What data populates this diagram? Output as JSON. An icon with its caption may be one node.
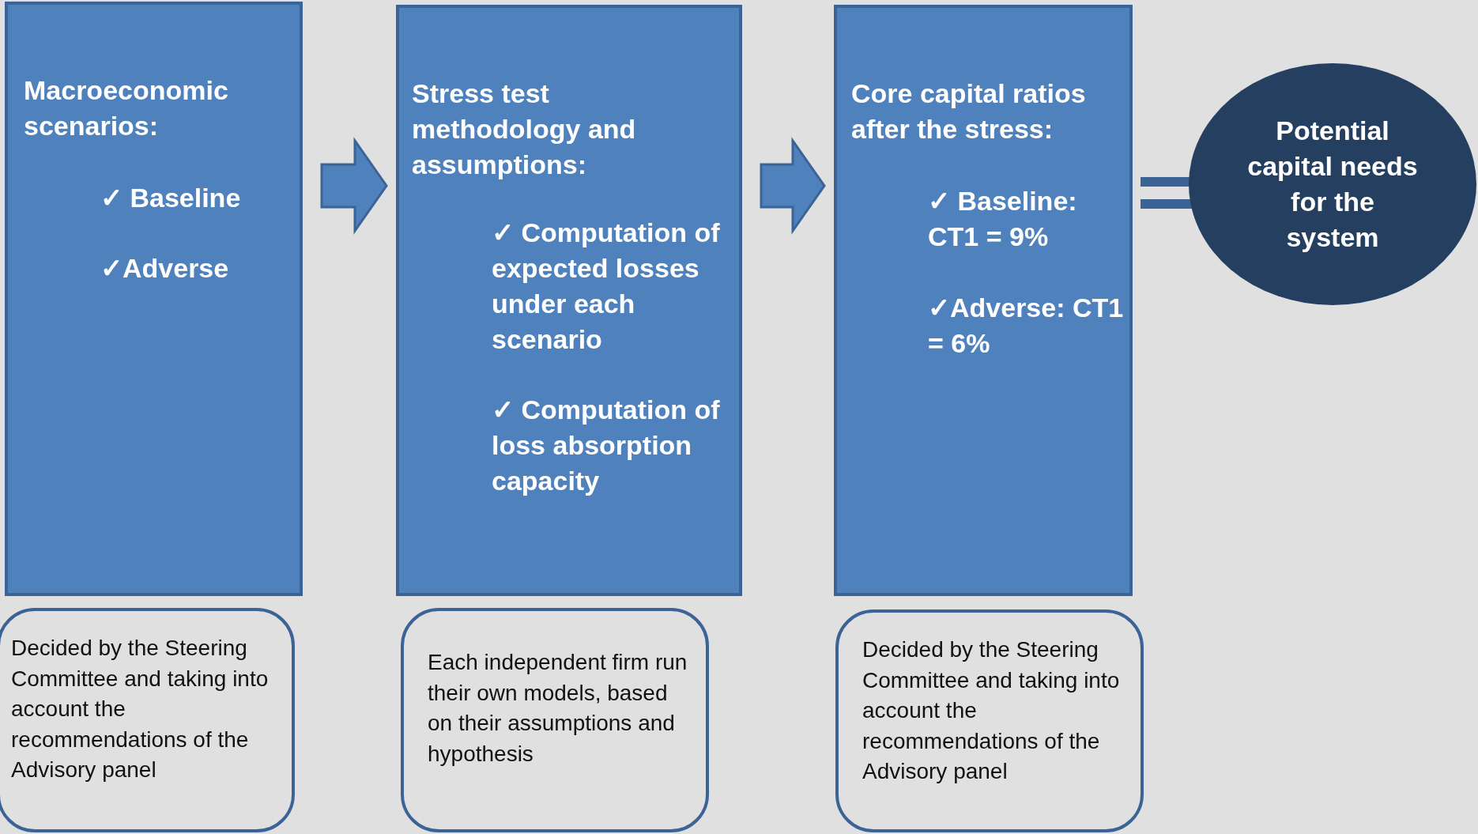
{
  "diagram": {
    "nodes": [
      {
        "text": [
          "Macroeconomic scenarios:",
          "✓ Baseline",
          "✓Adverse"
        ]
      },
      {
        "text": [
          "Stress test methodology and assumptions:",
          "✓ Computation of expected losses under each scenario",
          "✓ Computation of loss absorption capacity"
        ]
      },
      {
        "text": [
          "Core capital ratios after the stress:",
          "✓ Baseline: CT1 = 9%",
          "✓Adverse: CT1 = 6%"
        ]
      },
      {
        "text": [
          "Potential capital needs for the system"
        ]
      },
      {
        "text": [
          "Decided by the Steering Committee and taking into account the recommendations of the Advisory panel"
        ]
      },
      {
        "text": [
          "Each independent firm run their own models, based on their assumptions and hypothesis"
        ]
      },
      {
        "text": [
          "Decided by the Steering Committee and taking into account the recommendations of the Advisory panel"
        ]
      }
    ],
    "edges": [
      {
        "from": 0,
        "to": 1,
        "arrow": "to"
      },
      {
        "from": 1,
        "to": 2,
        "arrow": "to"
      },
      {
        "from": 2,
        "to": 3,
        "arrow": "none"
      }
    ]
  }
}
